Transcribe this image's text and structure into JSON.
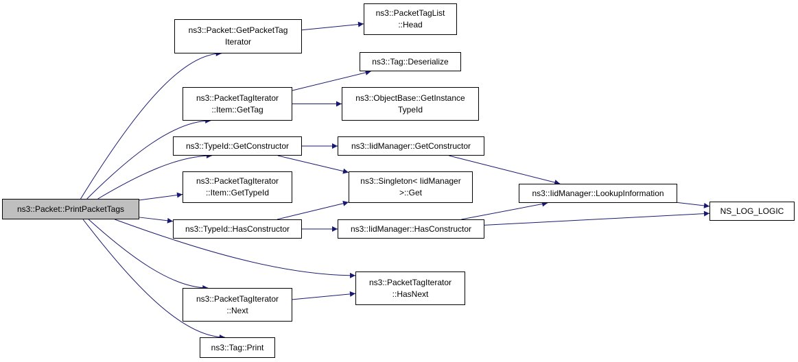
{
  "colors": {
    "edge": "#191970",
    "root_fill": "#bfbfbf",
    "node_fill": "#ffffff",
    "border": "#000000"
  },
  "nodes": {
    "print_packet_tags": {
      "lines": [
        "ns3::Packet::PrintPacketTags"
      ]
    },
    "get_packet_tag_iterator": {
      "lines": [
        "ns3::Packet::GetPacketTag",
        "Iterator"
      ]
    },
    "packet_tag_list_head": {
      "lines": [
        "ns3::PacketTagList",
        "::Head"
      ]
    },
    "tag_deserialize": {
      "lines": [
        "ns3::Tag::Deserialize"
      ]
    },
    "item_get_tag": {
      "lines": [
        "ns3::PacketTagIterator",
        "::Item::GetTag"
      ]
    },
    "object_base_get_instance": {
      "lines": [
        "ns3::ObjectBase::GetInstance",
        "TypeId"
      ]
    },
    "typeid_get_constructor": {
      "lines": [
        "ns3::TypeId::GetConstructor"
      ]
    },
    "iid_get_constructor": {
      "lines": [
        "ns3::IidManager::GetConstructor"
      ]
    },
    "item_get_typeid": {
      "lines": [
        "ns3::PacketTagIterator",
        "::Item::GetTypeId"
      ]
    },
    "singleton_get": {
      "lines": [
        "ns3::Singleton< IidManager",
        " >::Get"
      ]
    },
    "iid_lookup": {
      "lines": [
        "ns3::IidManager::LookupInformation"
      ]
    },
    "ns_log_logic": {
      "lines": [
        "NS_LOG_LOGIC"
      ]
    },
    "typeid_has_constructor": {
      "lines": [
        "ns3::TypeId::HasConstructor"
      ]
    },
    "iid_has_constructor": {
      "lines": [
        "ns3::IidManager::HasConstructor"
      ]
    },
    "iterator_has_next": {
      "lines": [
        "ns3::PacketTagIterator",
        "::HasNext"
      ]
    },
    "iterator_next": {
      "lines": [
        "ns3::PacketTagIterator",
        "::Next"
      ]
    },
    "tag_print": {
      "lines": [
        "ns3::Tag::Print"
      ]
    }
  },
  "edges": [
    [
      "print_packet_tags",
      "get_packet_tag_iterator"
    ],
    [
      "print_packet_tags",
      "item_get_tag"
    ],
    [
      "print_packet_tags",
      "typeid_get_constructor"
    ],
    [
      "print_packet_tags",
      "item_get_typeid"
    ],
    [
      "print_packet_tags",
      "typeid_has_constructor"
    ],
    [
      "print_packet_tags",
      "iterator_has_next"
    ],
    [
      "print_packet_tags",
      "iterator_next"
    ],
    [
      "print_packet_tags",
      "tag_print"
    ],
    [
      "get_packet_tag_iterator",
      "packet_tag_list_head"
    ],
    [
      "item_get_tag",
      "tag_deserialize"
    ],
    [
      "item_get_tag",
      "object_base_get_instance"
    ],
    [
      "typeid_get_constructor",
      "iid_get_constructor"
    ],
    [
      "typeid_get_constructor",
      "singleton_get"
    ],
    [
      "iid_get_constructor",
      "iid_lookup"
    ],
    [
      "typeid_has_constructor",
      "singleton_get"
    ],
    [
      "typeid_has_constructor",
      "iid_has_constructor"
    ],
    [
      "iid_has_constructor",
      "iid_lookup"
    ],
    [
      "iid_has_constructor",
      "ns_log_logic"
    ],
    [
      "iid_lookup",
      "ns_log_logic"
    ],
    [
      "iterator_next",
      "iterator_has_next"
    ]
  ]
}
